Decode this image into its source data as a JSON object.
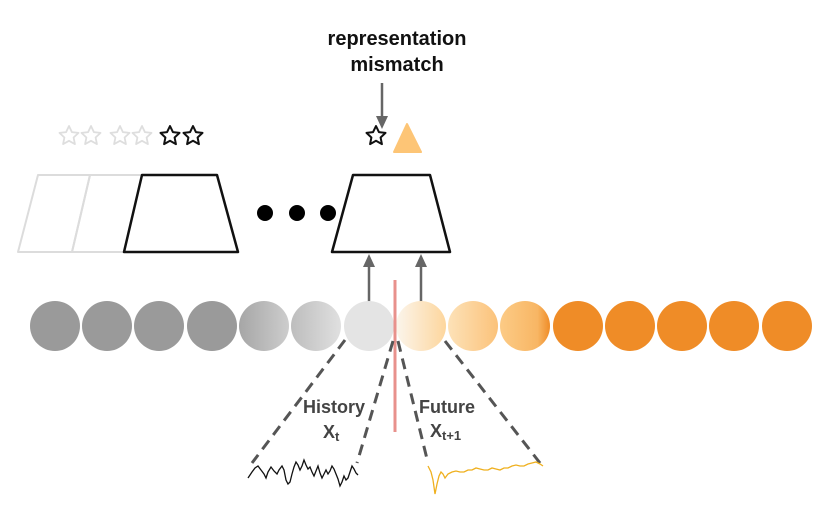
{
  "annotation": {
    "line1": "representation",
    "line2": "mismatch"
  },
  "history": {
    "label": "History",
    "symbol_main": "X",
    "symbol_sub": "t"
  },
  "future": {
    "label": "Future",
    "symbol_main": "X",
    "symbol_sub": "t+1"
  },
  "ellipsis": "• • •",
  "colors": {
    "history_dark": "#9a9a9a",
    "history_light": "#e4e4e4",
    "future_light": "#fde9c8",
    "future_dark": "#ef8c27",
    "divider": "#e8918c",
    "arrow": "#666666",
    "future_triangle": "#fdc576",
    "future_signal": "#efb01f",
    "faded_outline": "#dcdcdc"
  },
  "icons": [
    "star-icon",
    "triangle-icon",
    "up-arrow-icon",
    "down-arrow-icon"
  ],
  "timeline": {
    "history_token_count": 7,
    "future_token_count": 8
  }
}
